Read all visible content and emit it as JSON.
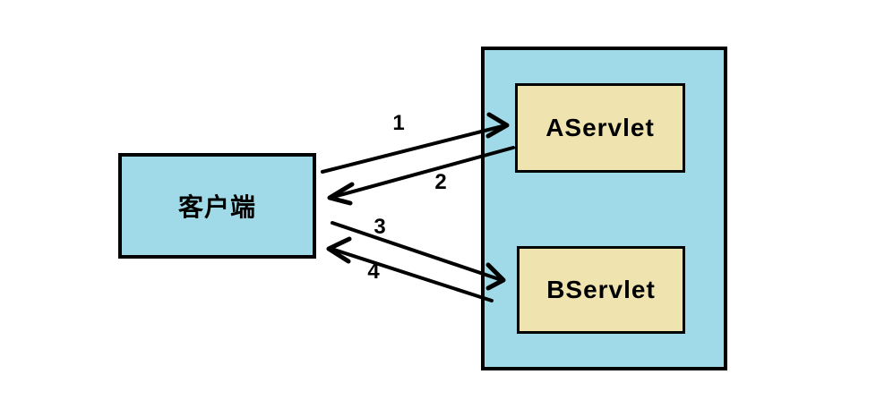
{
  "diagram": {
    "title": "client-servlet-forwarding-diagram",
    "colors": {
      "node_blue": "#A0DAE8",
      "node_tan": "#EFE4B0",
      "stroke": "#000000",
      "background": "#FFFFFF"
    },
    "nodes": {
      "client": {
        "label": "客户端",
        "fill": "#A0DAE8"
      },
      "server_container": {
        "label": "",
        "fill": "#A0DAE8"
      },
      "aservlet": {
        "label": "AServlet",
        "fill": "#EFE4B0"
      },
      "bservlet": {
        "label": "BServlet",
        "fill": "#EFE4B0"
      }
    },
    "arrows": [
      {
        "label": "1",
        "from": "client",
        "to": "aservlet",
        "direction": "left-to-right"
      },
      {
        "label": "2",
        "from": "aservlet",
        "to": "client",
        "direction": "right-to-left"
      },
      {
        "label": "3",
        "from": "client",
        "to": "bservlet",
        "direction": "left-to-right"
      },
      {
        "label": "4",
        "from": "bservlet",
        "to": "client",
        "direction": "right-to-left"
      }
    ]
  }
}
